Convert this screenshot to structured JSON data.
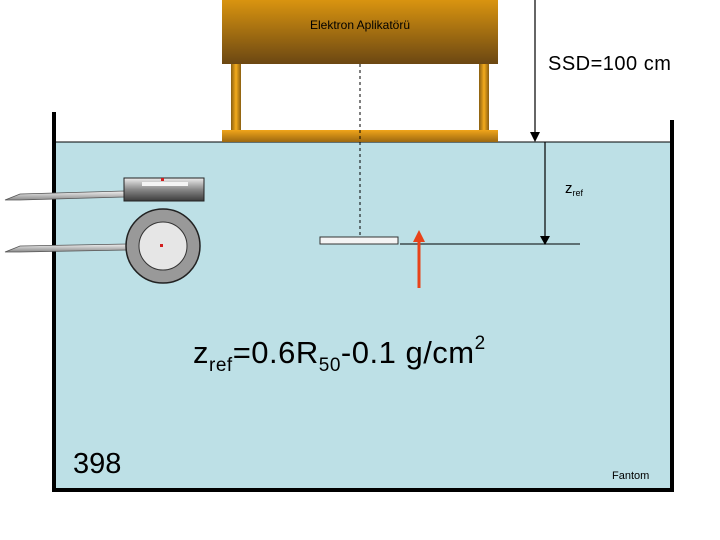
{
  "applicator": {
    "label": "Elektron Aplikatörü"
  },
  "ssd": {
    "label": "SSD=100 cm"
  },
  "zref_marker": {
    "symbol": "z",
    "subscript": "ref"
  },
  "formula": {
    "z": "z",
    "z_sub": "ref",
    "middle": "=0.6R",
    "r_sub": "50",
    "tail": "-0.1 g/cm",
    "exponent": "2"
  },
  "slide_number": "398",
  "phantom": {
    "label": "Fantom"
  },
  "colors": {
    "water": "#bde0e6",
    "applicator_gold": "#d18e12",
    "applicator_dark": "#6b4712",
    "arrow_red": "#e8431a"
  }
}
